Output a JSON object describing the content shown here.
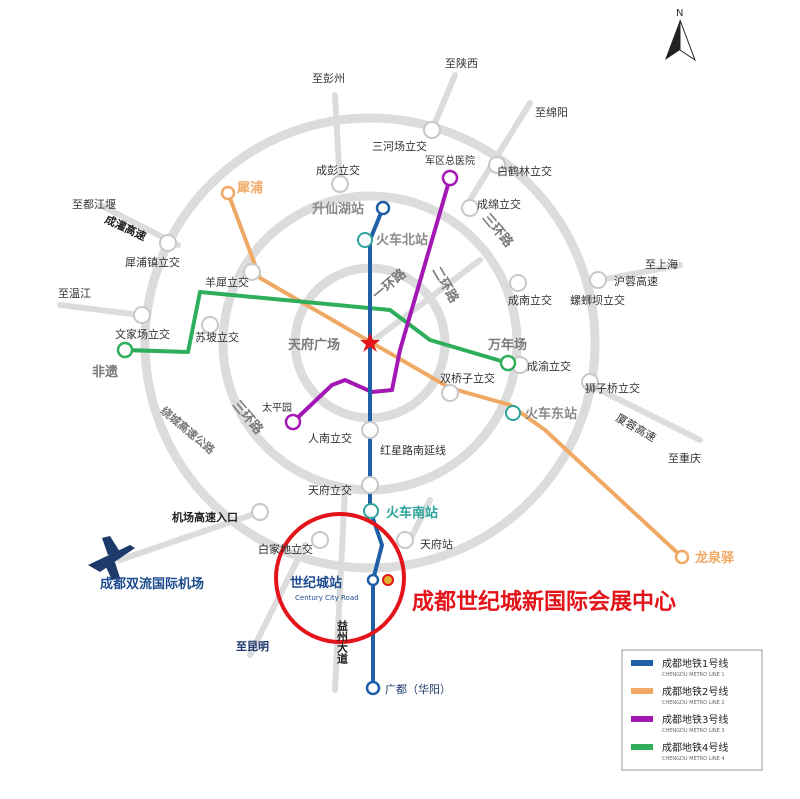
{
  "north": "N",
  "colors": {
    "ring": "#dcdcdc",
    "line1": "#1f5fa8",
    "line2": "#f0a964",
    "line3": "#a318b3",
    "line4": "#2eae5a",
    "highlight": "#e3151b",
    "airport_text": "#1e4c8f"
  },
  "labels": {
    "zhi_pengzhou": "至彭州",
    "zhi_shaanxi": "至陕西",
    "zhi_mianyang": "至绵阳",
    "sanhechang": "三河场立交",
    "junqu_hospital": "军区总医院",
    "baihelin": "白鹤林立交",
    "chengpeng": "成彭立交",
    "pixian": "犀浦",
    "shengxianhu": "升仙湖站",
    "chengmian": "成绵立交",
    "zhi_dujiangyan": "至都江堰",
    "chengguan_gaosu": "成灌高速",
    "huochebei": "火车北站",
    "sanhuanlu_ne": "三环路",
    "xipuzhen": "犀浦镇立交",
    "yangxi": "羊犀立交",
    "zhi_shanghai": "至上海",
    "huyu_gaosu": "沪蓉高速",
    "zhi_wenjiang": "至温江",
    "yihuanlu": "一环路",
    "erhuanlu": "二环路",
    "chengnan": "成南立交",
    "luosiba": "螺蛳坝立交",
    "wenjiachang": "文家场立交",
    "supo": "苏坡立交",
    "tianfu_square": "天府广场",
    "wanniancha": "万年场",
    "feiyuan": "非遗",
    "chengyu": "成渝立交",
    "shuangqiaozi": "双桥子立交",
    "shiziqiao": "狮子桥立交",
    "taipingyuan": "太平园",
    "huochedong": "火车东站",
    "sanhuanlu_w": "三环路",
    "shaorong_gaosu": "厦蓉高速",
    "renan": "人南立交",
    "hongxing_ext": "红星路南延线",
    "zhi_chongqing": "至重庆",
    "raocheng_gaosu": "绕城高速公路",
    "tianfu_lijiao": "天府立交",
    "jichang_gaosu": "机场高速入口",
    "huochenan": "火车南站",
    "longquanyi": "龙泉驿",
    "baijia": "白家地立交",
    "tianfu_station": "天府站",
    "airport_name": "成都双流国际机场",
    "century_city_cn": "世纪城站",
    "century_city_en": "Century City Road",
    "expo_center": "成都世纪城新国际会展中心",
    "yizhou_dadao": "益州大道",
    "zhi_kunming": "至昆明",
    "guangdu": "广都（华阳）"
  },
  "legend": [
    {
      "name": "成都地铁1号线",
      "sub": "CHENGDU METRO LINE 1",
      "color": "#1f5fa8"
    },
    {
      "name": "成都地铁2号线",
      "sub": "CHENGDU METRO LINE 2",
      "color": "#f0a964"
    },
    {
      "name": "成都地铁3号线",
      "sub": "CHENGDU METRO LINE 3",
      "color": "#a318b3"
    },
    {
      "name": "成都地铁4号线",
      "sub": "CHENGDU METRO LINE 4",
      "color": "#2eae5a"
    }
  ]
}
